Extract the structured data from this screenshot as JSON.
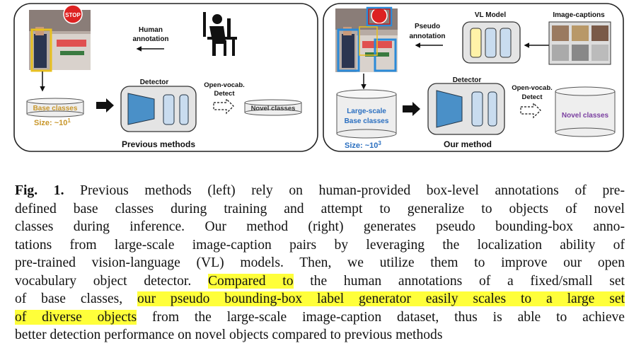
{
  "figure": {
    "left_panel": {
      "human_annotation": [
        "Human",
        "annotation"
      ],
      "base_classes": "Base classes",
      "size_prefix": "Size: ~10",
      "size_exp": "1",
      "detector": "Detector",
      "open_vocab": [
        "Open-vocab.",
        "Detect"
      ],
      "novel_classes": "Novel classes",
      "title": "Previous methods"
    },
    "right_panel": {
      "pseudo_annotation": [
        "Pseudo",
        "annotation"
      ],
      "vl_model": "VL Model",
      "image_captions": "Image-captions",
      "large_scale": [
        "Large-scale",
        "Base classes"
      ],
      "size_prefix": "Size: ~10",
      "size_exp": "3",
      "detector": "Detector",
      "open_vocab": [
        "Open-vocab.",
        "Detect"
      ],
      "novel_classes": "Novel classes",
      "title": "Our method"
    },
    "photo_sign": "STOP",
    "colors": {
      "detector_blue": "#4a90c8",
      "detector_light": "#c9dcef",
      "base_gold": "#c8962a",
      "size_blue": "#2a6fc0",
      "novel_purple": "#7a3fa0",
      "vl_yellow": "#fff2a8",
      "highlight": "#ffff3a"
    }
  },
  "caption": {
    "label": "Fig. 1.",
    "lines": [
      " Previous methods (left) rely on human-provided box-level annotations of pre-",
      "defined base classes during training and attempt to generalize to objects of novel",
      "classes during inference. Our method (right) generates pseudo bounding-box anno-",
      "tations from large-scale image-caption pairs by leveraging the localization ability of",
      "pre-trained vision-language (VL) models. Then, we utilize them to improve our open"
    ],
    "line6_before": "vocabulary object detector. ",
    "line6_hl": "Compared to",
    "line6_after": " the human annotations of a fixed/small set",
    "line7_before": "of base classes, ",
    "line7_hl": "our pseudo bounding-box label generator easily scales to a large set",
    "line8_hl": "of diverse objects",
    "line8_after": " from the large-scale image-caption dataset, thus is able to achieve",
    "line9": "better detection performance on novel objects compared to previous methods"
  }
}
